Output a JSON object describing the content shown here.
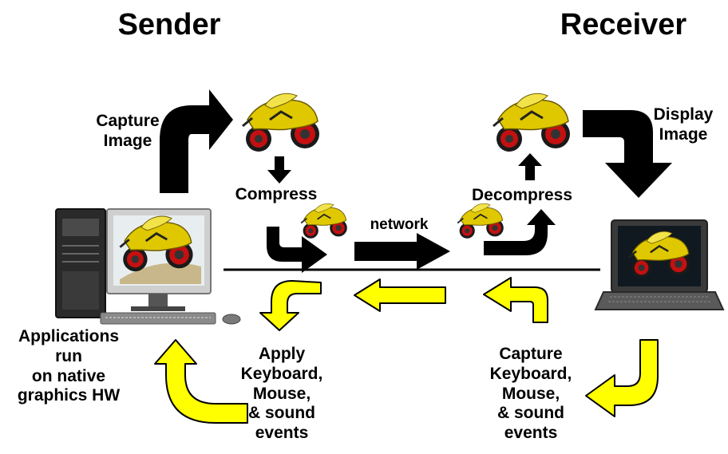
{
  "titles": {
    "sender": "Sender",
    "receiver": "Receiver"
  },
  "labels": {
    "capture_image": "Capture\nImage",
    "compress": "Compress",
    "network": "network",
    "decompress": "Decompress",
    "display_image": "Display\nImage",
    "applications": "Applications\nrun\non native\ngraphics HW",
    "apply_events": "Apply\nKeyboard,\nMouse,\n& sound\nevents",
    "capture_events": "Capture\nKeyboard,\nMouse,\n& sound\nevents"
  },
  "icons": {
    "image_flow": "motorcycle-image-icon",
    "workstation": "desktop-workstation-icon",
    "laptop": "laptop-icon"
  },
  "colors": {
    "image_flow_arrows": "#000000",
    "event_flow_arrows": "#ffff00",
    "motorcycle": "#e0c800"
  }
}
